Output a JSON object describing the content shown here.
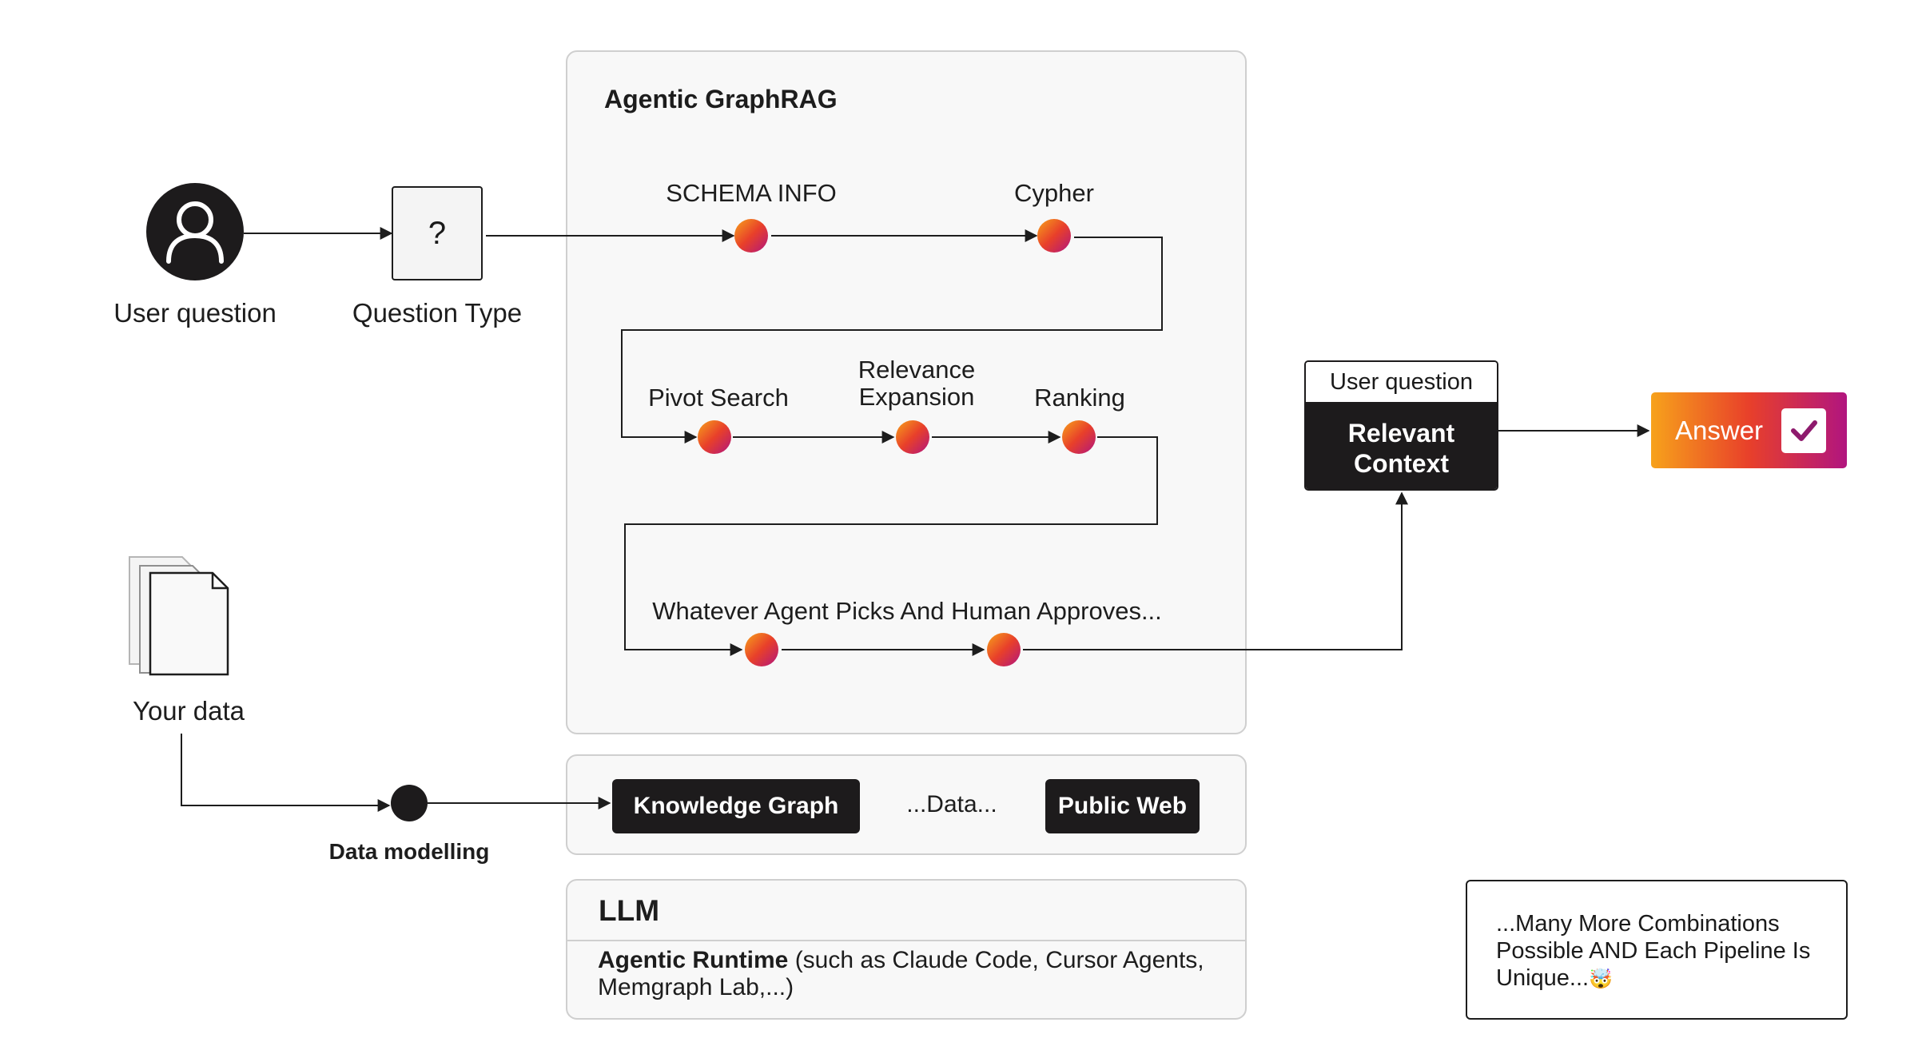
{
  "user_node": {
    "label": "User question",
    "icon": "user-icon"
  },
  "question_type": {
    "symbol": "?",
    "label": "Question Type"
  },
  "agentic_panel": {
    "title": "Agentic GraphRAG",
    "steps": {
      "schema_info": "SCHEMA INFO",
      "cypher": "Cypher",
      "pivot_search": "Pivot Search",
      "relevance_expansion_line1": "Relevance",
      "relevance_expansion_line2": "Expansion",
      "ranking": "Ranking",
      "whatever": "Whatever Agent Picks And Human Approves..."
    },
    "node_gradient": [
      "#f7a21b",
      "#e8402a",
      "#b1157f"
    ]
  },
  "context_box": {
    "header": "User question",
    "body_line1": "Relevant",
    "body_line2": "Context"
  },
  "answer": {
    "label": "Answer",
    "icon": "checkmark-icon",
    "gradient": [
      "#f7a21b",
      "#e8402a",
      "#b1157f"
    ]
  },
  "your_data": {
    "label": "Your data",
    "icon": "documents-icon"
  },
  "data_modelling": {
    "label": "Data modelling"
  },
  "data_sources": {
    "knowledge_graph": "Knowledge Graph",
    "middle": "...Data...",
    "public_web": "Public Web"
  },
  "llm_panel": {
    "title": "LLM",
    "runtime_bold": "Agentic Runtime",
    "runtime_rest_line1": " (such as Claude Code, Cursor Agents,",
    "runtime_line2": "Memgraph Lab,...)"
  },
  "note": {
    "line1": "...Many More Combinations",
    "line2": "Possible AND Each Pipeline Is",
    "line3": "Unique...",
    "emoji": "🤯"
  }
}
